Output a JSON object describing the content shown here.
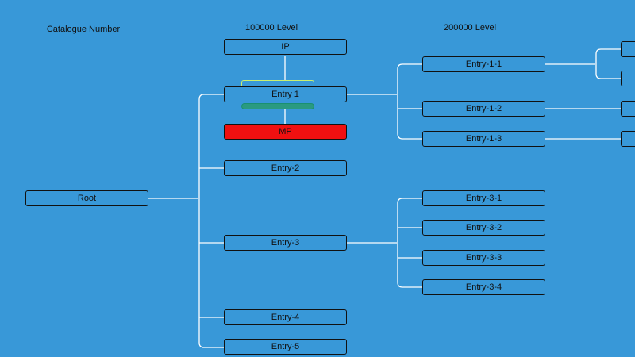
{
  "headers": {
    "catalogue": "Catalogue Number",
    "level_100000": "100000 Level",
    "level_200000": "200000 Level"
  },
  "nodes": {
    "root": "Root",
    "ip": "IP",
    "entry_1": "Entry 1",
    "mp": "MP",
    "entry_2": "Entry-2",
    "entry_3": "Entry-3",
    "entry_4": "Entry-4",
    "entry_5": "Entry-5",
    "entry_1_1": "Entry-1-1",
    "entry_1_2": "Entry-1-2",
    "entry_1_3": "Entry-1-3",
    "entry_3_1": "Entry-3-1",
    "entry_3_2": "Entry-3-2",
    "entry_3_3": "Entry-3-3",
    "entry_3_4": "Entry-3-4"
  },
  "colors": {
    "background": "#3898d8",
    "connector": "#ffffff",
    "highlight_node": "#f01010",
    "bracket_top": "#c9f070",
    "bracket_bottom": "#2a9a80"
  }
}
